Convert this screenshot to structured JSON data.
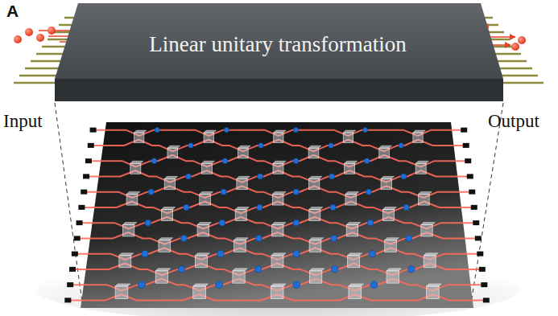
{
  "diagram": {
    "nodes": [
      {
        "text": [
          "Linear unitary transformation"
        ]
      }
    ],
    "labels": [
      "A",
      "Input",
      "Output"
    ]
  }
}
